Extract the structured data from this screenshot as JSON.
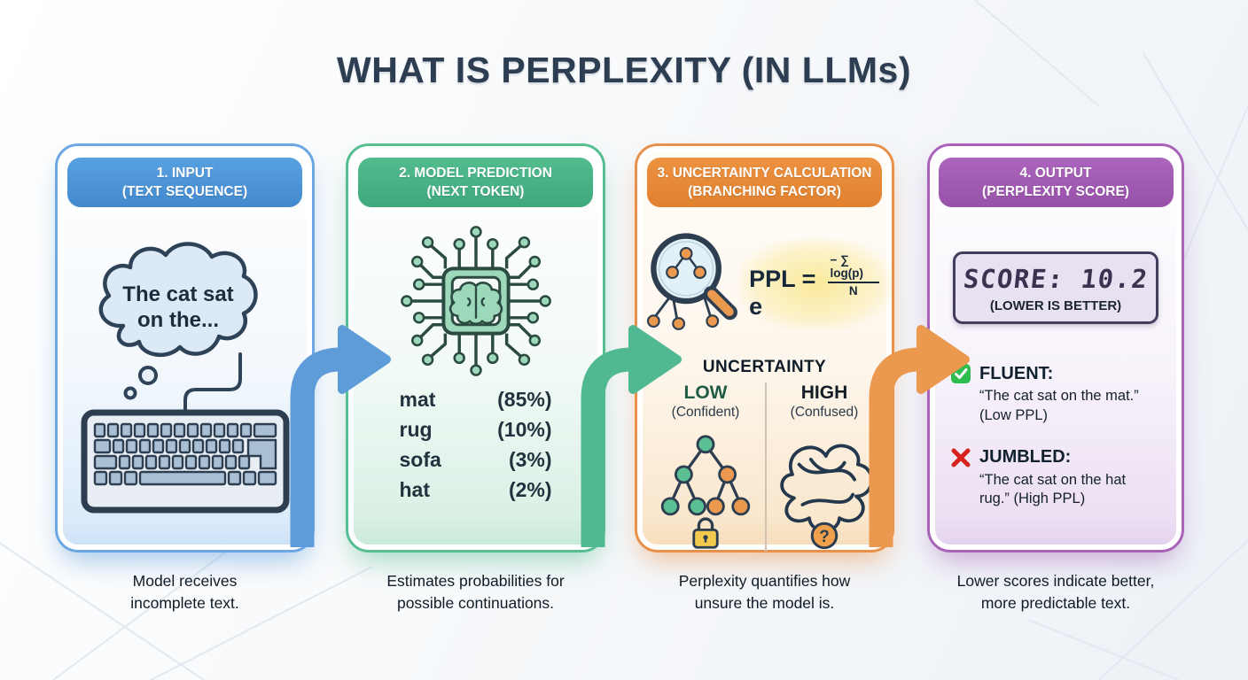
{
  "title": "WHAT IS PERPLEXITY (IN LLMs)",
  "colors": {
    "step1_blue": "#4b93d9",
    "step2_green": "#4db88e",
    "step3_orange": "#e98a3c",
    "step4_purple": "#a25fb5",
    "title_navy": "#2d3e52",
    "check_green": "#2ebd4e",
    "cross_red": "#d6221c"
  },
  "cards": [
    {
      "header_line1": "1. INPUT",
      "header_line2": "(TEXT SEQUENCE)",
      "thought_line1": "The cat sat",
      "thought_line2": "on the...",
      "caption": "Model receives incomplete text."
    },
    {
      "header_line1": "2. MODEL PREDICTION",
      "header_line2": "(NEXT TOKEN)",
      "tokens": [
        {
          "word": "mat",
          "prob": "(85%)"
        },
        {
          "word": "rug",
          "prob": "(10%)"
        },
        {
          "word": "sofa",
          "prob": "(3%)"
        },
        {
          "word": "hat",
          "prob": "(2%)"
        }
      ],
      "caption": "Estimates probabilities for possible continuations."
    },
    {
      "header_line1": "3. UNCERTAINTY CALCULATION",
      "header_line2": "(BRANCHING FACTOR)",
      "formula_lhs": "PPL = e",
      "formula_exp_numerator": "− ∑ log(p)",
      "formula_exp_denominator": "N",
      "uncertainty_heading": "UNCERTAINTY",
      "low_label": "LOW",
      "low_sub": "(Confident)",
      "high_label": "HIGH",
      "high_sub": "(Confused)",
      "question_mark": "?",
      "caption": "Perplexity quantifies how unsure the model is."
    },
    {
      "header_line1": "4. OUTPUT",
      "header_line2": "(PERPLEXITY SCORE)",
      "score_text": "SCORE: 10.2",
      "score_note": "(LOWER IS BETTER)",
      "fluent_label": "FLUENT:",
      "fluent_text": "“The cat sat on the mat.” (Low PPL)",
      "jumbled_label": "JUMBLED:",
      "jumbled_text": "“The cat sat on the hat rug.” (High PPL)",
      "caption": "Lower scores indicate better, more predictable text."
    }
  ]
}
